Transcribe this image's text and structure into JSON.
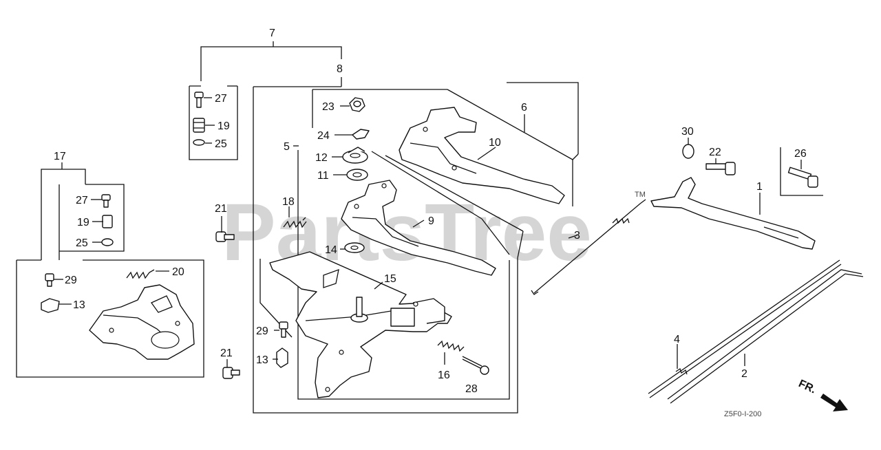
{
  "watermark": {
    "text": "PartsTree",
    "tm": "TM"
  },
  "diagram_code": "Z5F0-I-200",
  "direction_label": "FR.",
  "callouts": [
    {
      "id": "c7",
      "text": "7"
    },
    {
      "id": "c8",
      "text": "8"
    },
    {
      "id": "c27a",
      "text": "27"
    },
    {
      "id": "c19a",
      "text": "19"
    },
    {
      "id": "c25a",
      "text": "25"
    },
    {
      "id": "c23",
      "text": "23"
    },
    {
      "id": "c24",
      "text": "24"
    },
    {
      "id": "c12",
      "text": "12"
    },
    {
      "id": "c11",
      "text": "11"
    },
    {
      "id": "c5",
      "text": "5"
    },
    {
      "id": "c6",
      "text": "6"
    },
    {
      "id": "c10",
      "text": "10"
    },
    {
      "id": "c9",
      "text": "9"
    },
    {
      "id": "c14",
      "text": "14"
    },
    {
      "id": "c18",
      "text": "18"
    },
    {
      "id": "c21a",
      "text": "21"
    },
    {
      "id": "c17",
      "text": "17"
    },
    {
      "id": "c27b",
      "text": "27"
    },
    {
      "id": "c19b",
      "text": "19"
    },
    {
      "id": "c25b",
      "text": "25"
    },
    {
      "id": "c29a",
      "text": "29"
    },
    {
      "id": "c20",
      "text": "20"
    },
    {
      "id": "c13a",
      "text": "13"
    },
    {
      "id": "c15",
      "text": "15"
    },
    {
      "id": "c29b",
      "text": "29"
    },
    {
      "id": "c13b",
      "text": "13"
    },
    {
      "id": "c21b",
      "text": "21"
    },
    {
      "id": "c16",
      "text": "16"
    },
    {
      "id": "c28",
      "text": "28"
    },
    {
      "id": "c3",
      "text": "3"
    },
    {
      "id": "c30",
      "text": "30"
    },
    {
      "id": "c22",
      "text": "22"
    },
    {
      "id": "c26",
      "text": "26"
    },
    {
      "id": "c1",
      "text": "1"
    },
    {
      "id": "c4",
      "text": "4"
    },
    {
      "id": "c2",
      "text": "2"
    }
  ]
}
